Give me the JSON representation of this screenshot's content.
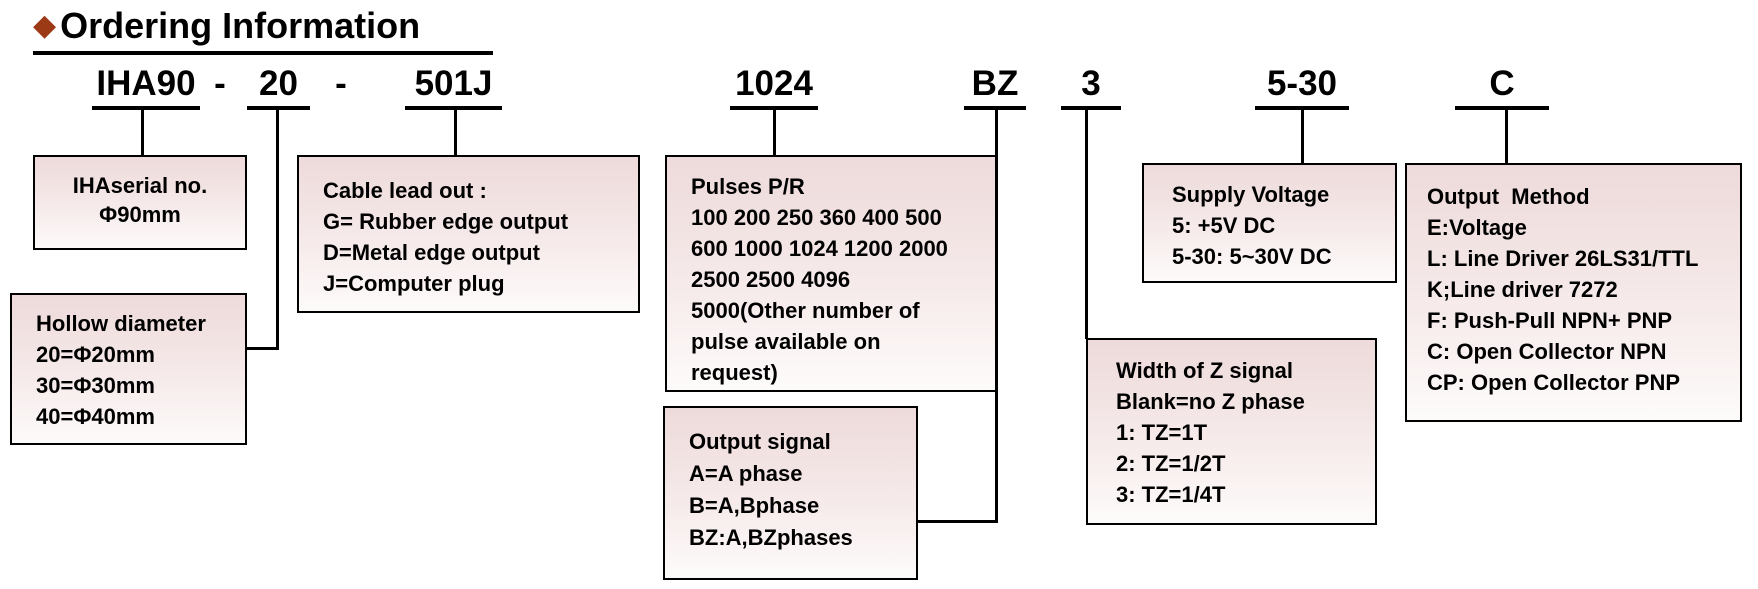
{
  "title": {
    "diamond_icon": "◆",
    "label": "Ordering Information"
  },
  "part_number": {
    "separator": "-",
    "codes": [
      {
        "id": "series",
        "text": "IHA90"
      },
      {
        "id": "hollow",
        "text": "20"
      },
      {
        "id": "cable",
        "text": "501J"
      },
      {
        "id": "pulses",
        "text": "1024"
      },
      {
        "id": "output_signal",
        "text": "BZ"
      },
      {
        "id": "z_width",
        "text": "3"
      },
      {
        "id": "supply",
        "text": "5-30"
      },
      {
        "id": "output_method",
        "text": "C"
      }
    ]
  },
  "boxes": {
    "serial": {
      "lines": [
        "IHAserial no.",
        "Φ90mm"
      ]
    },
    "hollow": {
      "lines": [
        "Hollow diameter",
        "20=Φ20mm",
        "30=Φ30mm",
        "40=Φ40mm"
      ]
    },
    "cable": {
      "lines": [
        "Cable lead out :",
        "G= Rubber edge output",
        "D=Metal edge output",
        "J=Computer plug"
      ]
    },
    "pulses": {
      "lines": [
        "Pulses P/R",
        "100 200 250 360 400 500",
        "600 1000 1024 1200 2000",
        "2500 2500 4096",
        "5000(Other number of",
        "pulse available on",
        "request)"
      ]
    },
    "output_signal": {
      "lines": [
        "Output signal",
        "A=A phase",
        "B=A,Bphase",
        "BZ:A,BZphases"
      ]
    },
    "width_z": {
      "lines": [
        "Width of Z signal",
        "Blank=no Z phase",
        "1: TZ=1T",
        "2: TZ=1/2T",
        "3: TZ=1/4T"
      ]
    },
    "supply": {
      "lines": [
        "Supply Voltage",
        "5: +5V DC",
        "5-30: 5~30V DC"
      ]
    },
    "output_method": {
      "lines": [
        "Output  Method",
        "E:Voltage",
        "L: Line Driver 26LS31/TTL",
        "K;Line driver 7272",
        "F: Push-Pull NPN+ PNP",
        "C: Open Collector NPN",
        "CP: Open Collector PNP"
      ]
    }
  },
  "colors": {
    "diamond": "#9c3a16",
    "box_gradient_top": "#eedada",
    "box_gradient_mid": "#f6eaea",
    "box_gradient_bottom": "#fdfbfa",
    "line": "#000000"
  }
}
